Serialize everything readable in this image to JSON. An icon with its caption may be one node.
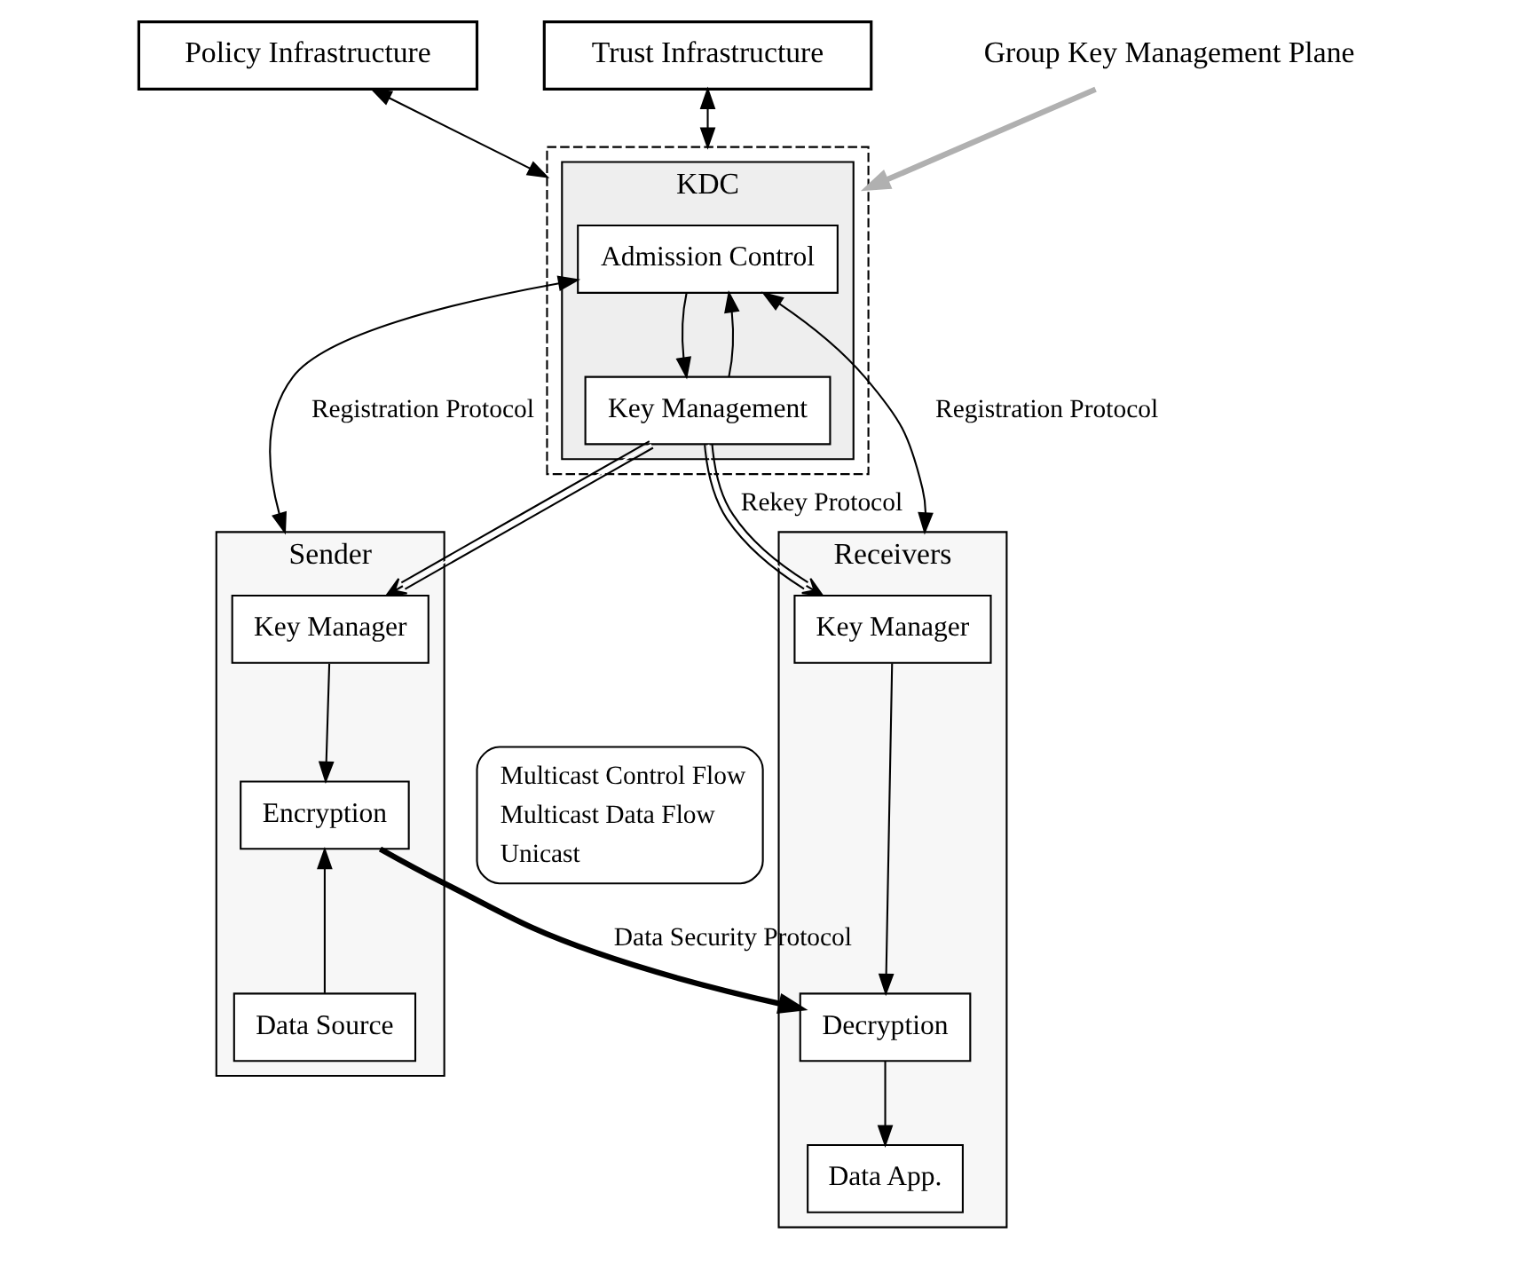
{
  "diagram": {
    "nodes": [
      {
        "text": [
          "Policy Infrastructure"
        ]
      },
      {
        "text": [
          "Trust Infrastructure"
        ]
      },
      {
        "text": [],
        "shape": "box"
      },
      {
        "text": [
          "KDC"
        ],
        "in": 2
      },
      {
        "text": [
          "Admission Control"
        ],
        "in": 3
      },
      {
        "text": [
          "Key Management"
        ],
        "in": 3
      },
      {
        "text": [
          "Sender"
        ]
      },
      {
        "text": [
          "Key Manager"
        ],
        "in": 6
      },
      {
        "text": [
          "Encryption"
        ],
        "in": 6
      },
      {
        "text": [
          "Data Source"
        ],
        "in": 6
      },
      {
        "text": [
          "Receivers"
        ]
      },
      {
        "text": [
          "Key Manager"
        ],
        "in": 10
      },
      {
        "text": [
          "Decryption"
        ],
        "in": 10
      },
      {
        "text": [
          "Data App."
        ],
        "in": 10
      },
      {
        "text": [
          "Group Key Management Plane"
        ]
      }
    ],
    "edges": [
      {
        "from": 0,
        "to": 2,
        "arrow": "both"
      },
      {
        "from": 1,
        "to": 2,
        "arrow": "both"
      },
      {
        "from": 14,
        "to": 2,
        "arrow": "to",
        "style": "thick",
        "color": "#b0b0b0"
      },
      {
        "from": 4,
        "to": 5,
        "arrow": "to"
      },
      {
        "from": 5,
        "to": 4,
        "arrow": "to"
      },
      {
        "from": 4,
        "to": 6,
        "arrow": "both",
        "label": "Registration Protocol"
      },
      {
        "from": 4,
        "to": 10,
        "arrow": "both",
        "label": "Registration Protocol"
      },
      {
        "from": 5,
        "to": 7,
        "arrow": "to"
      },
      {
        "from": 5,
        "to": 11,
        "arrow": "to",
        "label": "Rekey Protocol"
      },
      {
        "from": 7,
        "to": 8,
        "arrow": "to"
      },
      {
        "from": 9,
        "to": 8,
        "arrow": "to"
      },
      {
        "from": 11,
        "to": 12,
        "arrow": "to"
      },
      {
        "from": 8,
        "to": 12,
        "arrow": "to",
        "style": "thick",
        "label": "Data Security Protocol"
      },
      {
        "from": 12,
        "to": 13,
        "arrow": "to"
      }
    ],
    "legend": [
      {
        "text": "Multicast Control Flow"
      },
      {
        "text": "Multicast Data Flow"
      },
      {
        "text": "Unicast"
      }
    ]
  }
}
